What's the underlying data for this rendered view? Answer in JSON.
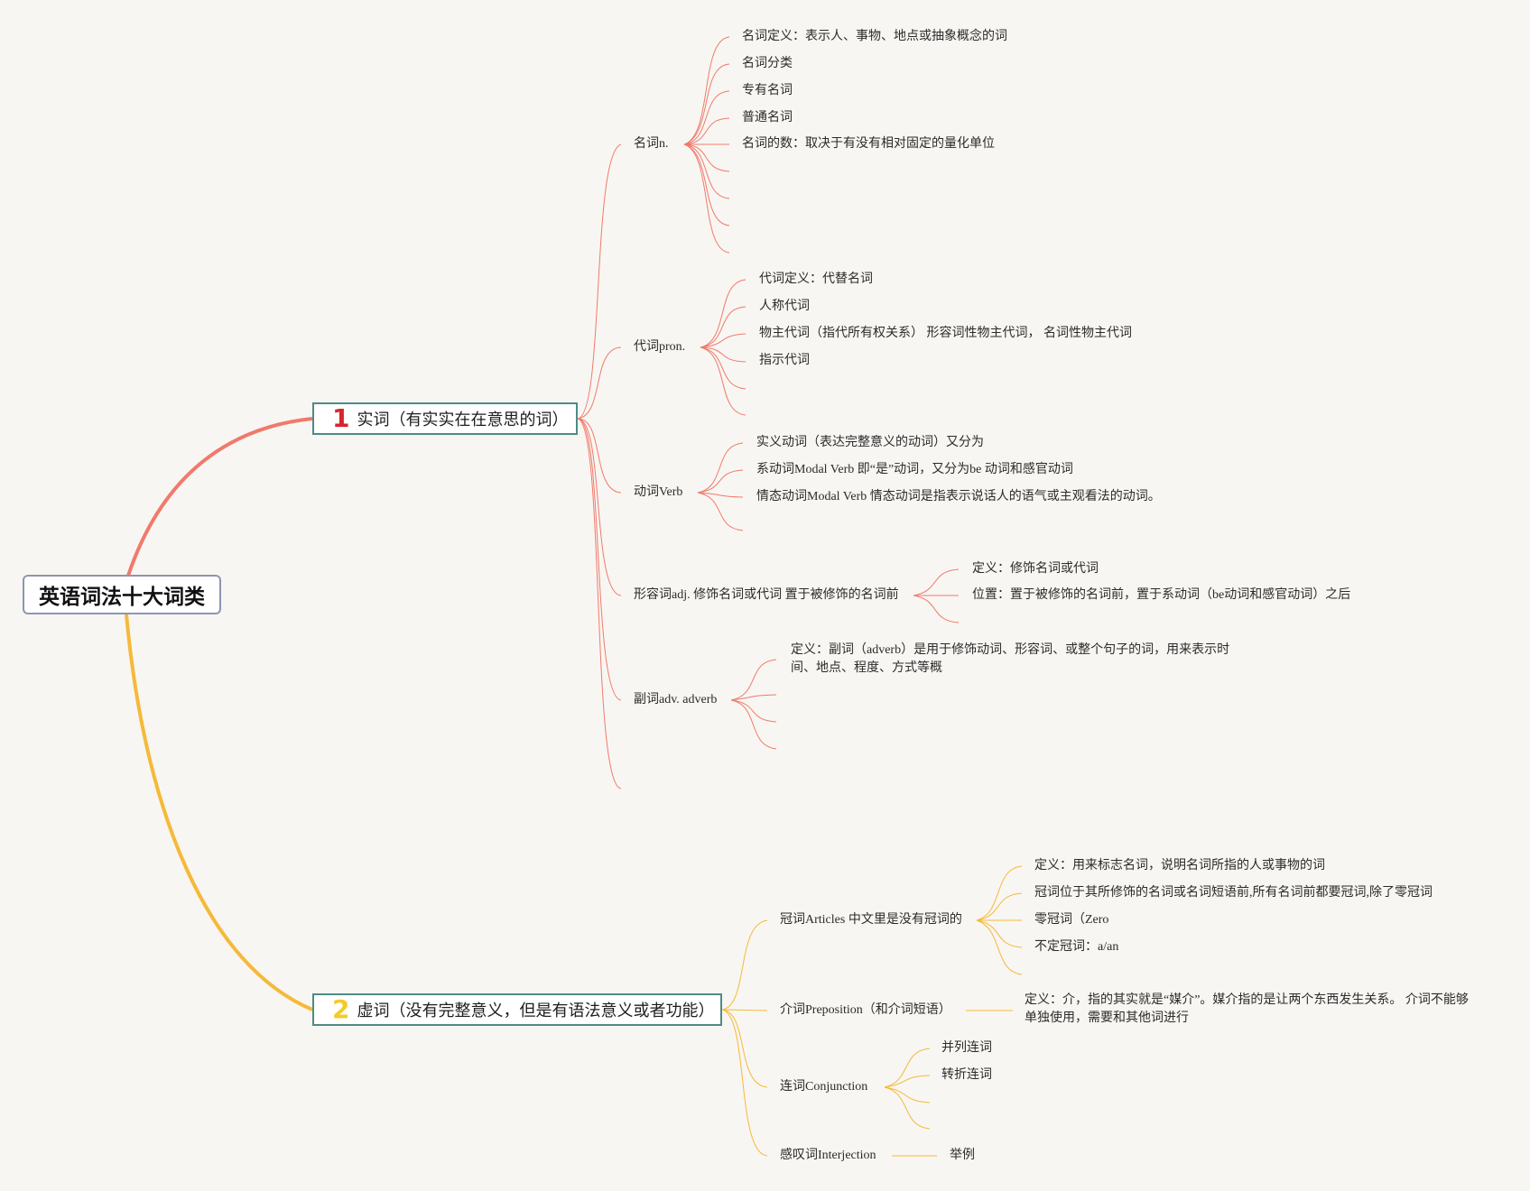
{
  "colors": {
    "branch1": "#f07a6c",
    "branch2": "#f5b93a",
    "root_border": "#8d95b3",
    "main_border": "#4f8a86"
  },
  "root": {
    "label": "英语词法十大词类"
  },
  "branch1": {
    "number": "1",
    "label": "实词（有实实在在意思的词）",
    "noun": {
      "label": "名词n.",
      "items": [
        "名词定义：表示人、事物、地点或抽象概念的词",
        "名词分类",
        "专有名词",
        "普通名词",
        "名词的数：取决于有没有相对固定的量化单位"
      ]
    },
    "pronoun": {
      "label": "代词pron.",
      "items": [
        "代词定义：代替名词",
        "人称代词",
        "物主代词（指代所有权关系） 形容词性物主代词， 名词性物主代词",
        "指示代词"
      ]
    },
    "verb": {
      "label": "动词Verb",
      "items": [
        "实义动词（表达完整意义的动词）又分为",
        "系动词Modal Verb 即“是”动词，又分为be 动词和感官动词",
        "情态动词Modal Verb 情态动词是指表示说话人的语气或主观看法的动词。"
      ]
    },
    "adjective": {
      "label": "形容词adj. 修饰名词或代词 置于被修饰的名词前",
      "items": [
        "定义：修饰名词或代词",
        "位置：置于被修饰的名词前，置于系动词（be动词和感官动词）之后"
      ]
    },
    "adverb": {
      "label": "副词adv. adverb",
      "items": [
        "定义：副词（adverb）是用于修饰动词、形容词、或整个句子的词，用来表示时间、地点、程度、方式等概"
      ]
    }
  },
  "branch2": {
    "number": "2",
    "label": "虚词（没有完整意义，但是有语法意义或者功能）",
    "article": {
      "label": "冠词Articles 中文里是没有冠词的",
      "items": [
        "定义：用来标志名词，说明名词所指的人或事物的词",
        "冠词位于其所修饰的名词或名词短语前,所有名词前都要冠词,除了零冠词",
        "零冠词（Zero",
        "不定冠词：a/an"
      ]
    },
    "preposition": {
      "label": "介词Preposition（和介词短语）",
      "items": [
        "定义：介，指的其实就是“媒介”。媒介指的是让两个东西发生关系。 介词不能够单独使用，需要和其他词进行"
      ]
    },
    "conjunction": {
      "label": "连词Conjunction",
      "items": [
        "并列连词",
        "转折连词"
      ]
    },
    "interjection": {
      "label": "感叹词Interjection",
      "items": [
        "举例"
      ]
    }
  }
}
